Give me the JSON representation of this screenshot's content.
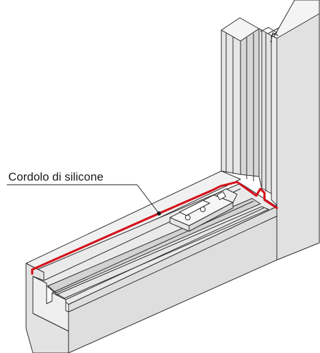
{
  "callout": {
    "label": "Cordolo di silicone"
  },
  "colors": {
    "background": "#ffffff",
    "face_light": "#ededed",
    "face_mid": "#e1e1e1",
    "face_dark": "#cfcfcf",
    "stroke": "#2a2a2a",
    "seal": "#d4121b"
  },
  "icons": [
    "silicone-bead",
    "glazing-clip"
  ]
}
